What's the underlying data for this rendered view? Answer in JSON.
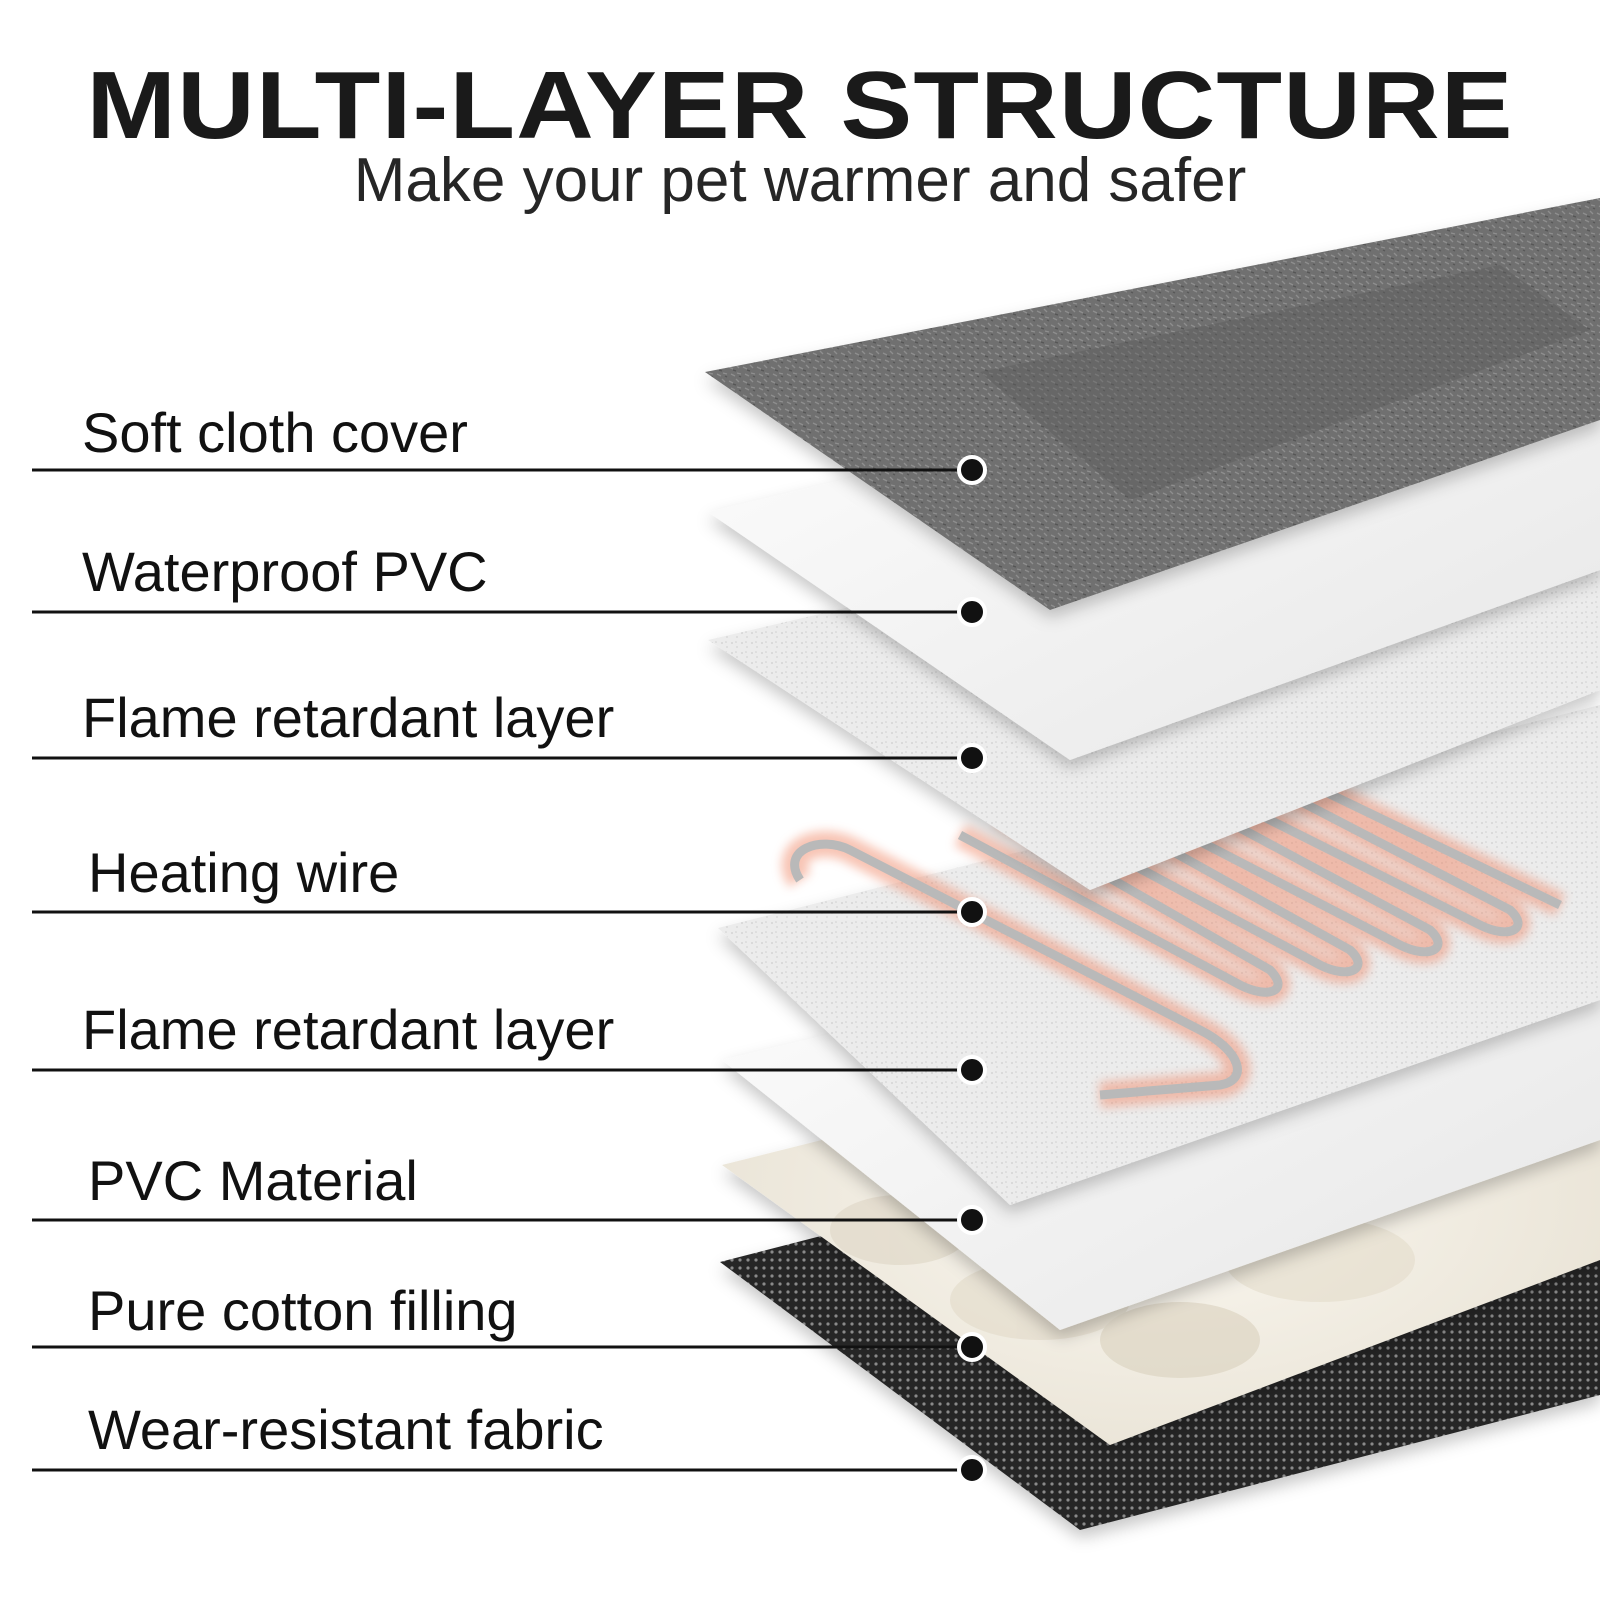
{
  "title": "MULTI-LAYER STRUCTURE",
  "subtitle": "Make your pet warmer and safer",
  "layers": [
    {
      "label": "Soft cloth cover"
    },
    {
      "label": "Waterproof PVC"
    },
    {
      "label": "Flame retardant layer"
    },
    {
      "label": "Heating wire"
    },
    {
      "label": "Flame retardant layer"
    },
    {
      "label": "PVC Material"
    },
    {
      "label": "Pure cotton filling"
    },
    {
      "label": "Wear-resistant fabric"
    }
  ],
  "colors": {
    "text": "#1a1a1a",
    "cover": "#6e6e6e",
    "wire_glow": "#f08a6a",
    "fabric": "#2a2a2a"
  }
}
